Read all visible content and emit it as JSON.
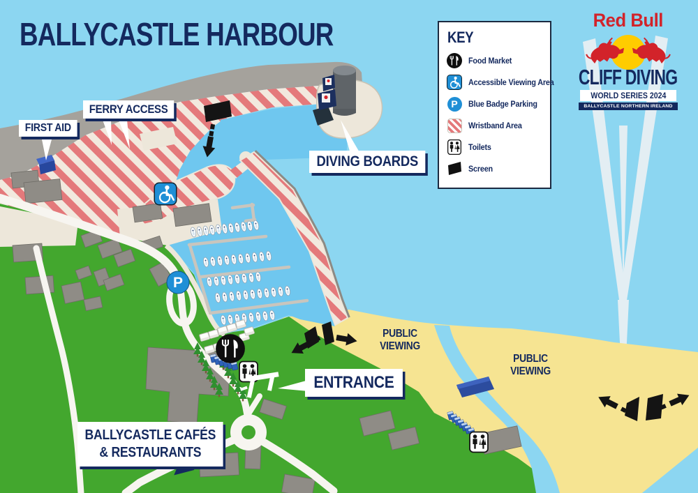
{
  "title": "BALLYCASTLE HARBOUR",
  "key": {
    "heading": "KEY",
    "items": [
      {
        "label": "Food Market"
      },
      {
        "label": "Accessible Viewing Area"
      },
      {
        "label": "Blue Badge Parking"
      },
      {
        "label": "Wristband Area"
      },
      {
        "label": "Toilets"
      },
      {
        "label": "Screen"
      }
    ]
  },
  "logo": {
    "brand": "Red Bull",
    "event": "CLIFF DIVING",
    "series": "WORLD SERIES 2024",
    "location": "BALLYCASTLE NORTHERN IRELAND"
  },
  "labels": {
    "first_aid": "FIRST AID",
    "ferry_access": "FERRY ACCESS",
    "diving_boards": "DIVING BOARDS",
    "entrance": "ENTRANCE",
    "cafes": "BALLYCASTLE CAFÉS\n& RESTAURANTS",
    "public_viewing_west": "PUBLIC\nVIEWING",
    "public_viewing_east": "PUBLIC\nVIEWING"
  },
  "icons": {
    "parking_letter": "P"
  },
  "colors": {
    "sky": "#8CD6F1",
    "harbour_water": "#6FC7EF",
    "sand": "#F6E492",
    "grass": "#43A72E",
    "pier_gray": "#A5A29C",
    "stripe_red": "#E4797B",
    "stripe_cream": "#F2E9DE",
    "navy": "#14295E",
    "icon_blue": "#1F8FD6",
    "redbull_red": "#D2232A",
    "sun_yellow": "#FFCC00"
  }
}
